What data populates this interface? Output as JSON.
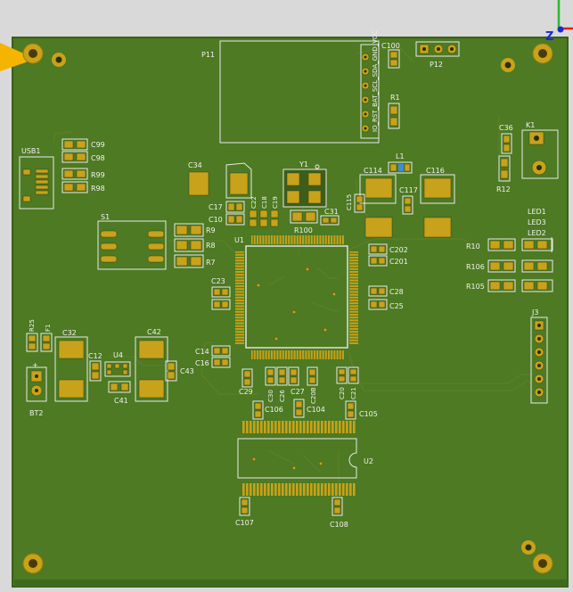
{
  "board": {
    "colors": {
      "background": "#d9d9d9",
      "board": "#4d7a22",
      "board_edge": "#3a5e1a",
      "silk": "#f2f2f2",
      "copper": "#c8a21a",
      "trace": "#5b7e28"
    },
    "axis": {
      "z_label": "Z"
    },
    "components": {
      "P11": "P11",
      "P12": "P12",
      "C100": "C100",
      "R1": "R1",
      "C36": "C36",
      "K1": "K1",
      "R12": "R12",
      "USB1": "USB1",
      "C99": "C99",
      "C98": "C98",
      "R99": "R99",
      "R98": "R98",
      "C34": "C34",
      "Y1": "Y1",
      "C17": "C17",
      "C10": "C10",
      "C22": "C22",
      "C18": "C18",
      "C19": "C19",
      "R100": "R100",
      "C31": "C31",
      "L1": "L1",
      "C114": "C114",
      "C116": "C116",
      "C115": "C115",
      "C117": "C117",
      "S1": "S1",
      "R9": "R9",
      "R8": "R8",
      "R7": "R7",
      "U1": "U1",
      "C202": "C202",
      "C201": "C201",
      "C28": "C28",
      "C25": "C25",
      "C23": "C23",
      "LED1": "LED1",
      "LED3": "LED3",
      "LED2": "LED2",
      "R10": "R10",
      "R106": "R106",
      "R105": "R105",
      "J3": "J3",
      "R25": "R25",
      "F1": "F1",
      "C32": "C32",
      "C42": "C42",
      "C12": "C12",
      "U4": "U4",
      "C43": "C43",
      "C41": "C41",
      "BT2": "BT2",
      "C14": "C14",
      "C16": "C16",
      "C29": "C29",
      "C30": "C30",
      "C26": "C26",
      "C27": "C27",
      "C20B": "C20B",
      "C20": "C20",
      "C21": "C21",
      "C106": "C106",
      "C104": "C104",
      "C105": "C105",
      "U2": "U2",
      "C107": "C107",
      "C108": "C108"
    },
    "p11_pin_labels": "IO_RST_BAT_SCL_SDA_GND_VCC",
    "bt2_polarity": "+"
  }
}
